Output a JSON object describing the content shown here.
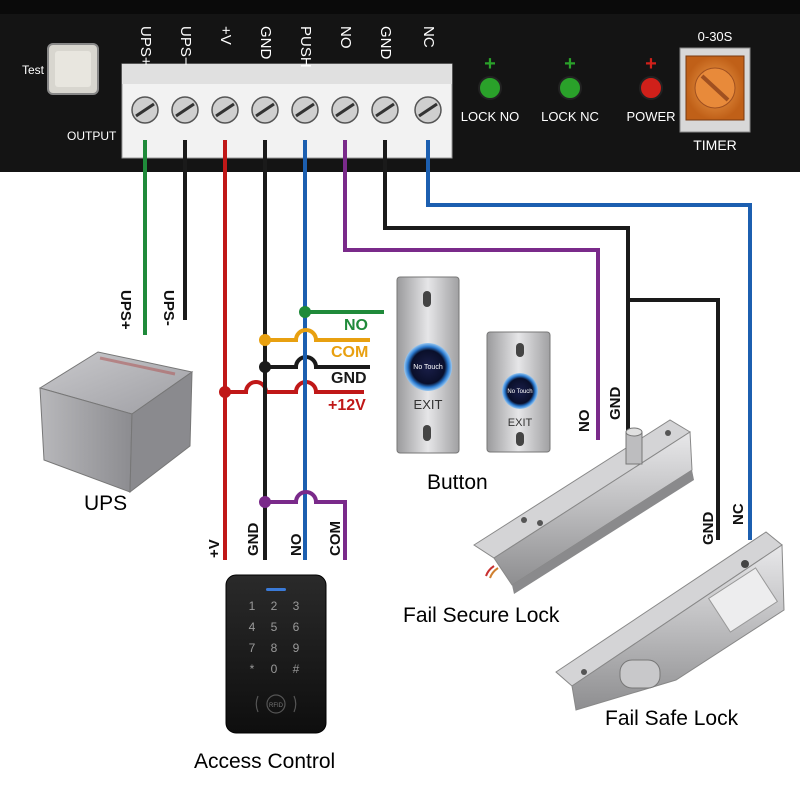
{
  "controller": {
    "test_label": "Test",
    "output_label": "OUTPUT",
    "terminals": [
      "UPS+",
      "UPS−",
      "+V",
      "GND",
      "PUSH",
      "NO",
      "GND",
      "NC"
    ],
    "indicators": [
      {
        "name": "lock-no",
        "label": "LOCK NO",
        "color": "#2aa12a"
      },
      {
        "name": "lock-nc",
        "label": "LOCK NC",
        "color": "#2aa12a"
      },
      {
        "name": "power",
        "label": "POWER",
        "color": "#d0201a"
      }
    ],
    "plus_sign": "+",
    "timer_range": "0-30S",
    "timer_label": "TIMER"
  },
  "wires": {
    "ups_plus": "UPS+",
    "ups_minus": "UPS-",
    "access_v": "+V",
    "access_gnd": "GND",
    "access_no": "NO",
    "access_com": "COM",
    "secure_no": "NO",
    "secure_gnd": "GND",
    "safe_gnd": "GND",
    "safe_nc": "NC",
    "colors": {
      "green": "#1f8a3a",
      "black": "#1a1a1a",
      "red": "#c01818",
      "blue": "#1c5fb0",
      "purple": "#7a2a8a",
      "orange": "#e8a010"
    }
  },
  "button_wires": {
    "no": "NO",
    "com": "COM",
    "gnd": "GND",
    "v12": "+12V"
  },
  "button_plates": {
    "touch_text": "No Touch",
    "exit_text": "EXIT"
  },
  "keypad": {
    "keys": [
      "1",
      "2",
      "3",
      "4",
      "5",
      "6",
      "7",
      "8",
      "9",
      "*",
      "0",
      "#"
    ],
    "rfid": "RFID"
  },
  "captions": {
    "ups": "UPS",
    "button": "Button",
    "fail_secure": "Fail Secure Lock",
    "fail_safe": "Fail Safe Lock",
    "access_control": "Access Control"
  }
}
